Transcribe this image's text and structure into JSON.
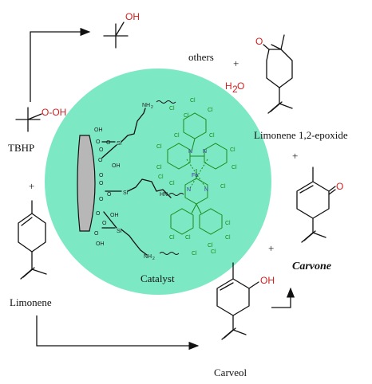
{
  "labels": {
    "tbhp": "TBHP",
    "plus": "+",
    "limonene": "Limonene",
    "others": "others",
    "water_h": "H",
    "water_2": "2",
    "water_o": "O",
    "epoxide": "Limonene 1,2-epoxide",
    "carvone": "Carvone",
    "carveol": "Carveol",
    "catalyst": "Catalyst",
    "oh": "OH",
    "o": "O",
    "o_oh": "O-OH"
  },
  "catalyst_atoms": {
    "oh": "OH",
    "o": "O",
    "si": "Si",
    "nh2": "NH",
    "nh2_sub": "2",
    "hn": "HN",
    "cl": "Cl",
    "n": "N",
    "fe": "Fe"
  },
  "colors": {
    "catalyst_circle": "#7de8c4",
    "support": "#b7b7b7",
    "heteroatom_red": "#d21f1f",
    "chlorine_green": "#1a8a1a",
    "porphyrin_green": "#1a8a1a"
  }
}
